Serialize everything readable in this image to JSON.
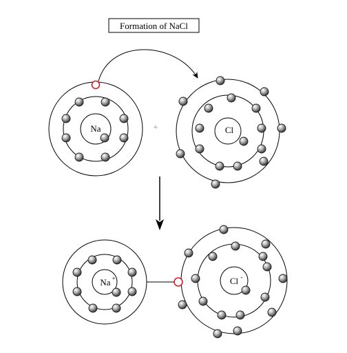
{
  "title": "Formation of NaCl",
  "plus_sign": "+",
  "atoms": {
    "na": {
      "symbol": "Na",
      "charge": ""
    },
    "cl": {
      "symbol": "Cl",
      "charge": ""
    },
    "na_ion": {
      "symbol": "Na",
      "charge": "+"
    },
    "cl_ion": {
      "symbol": "Cl",
      "charge": "-"
    }
  },
  "colors": {
    "electron_fill": "#8e8e8e",
    "transferred_electron": "#d0202a",
    "line": "#000000",
    "background": "#ffffff"
  }
}
